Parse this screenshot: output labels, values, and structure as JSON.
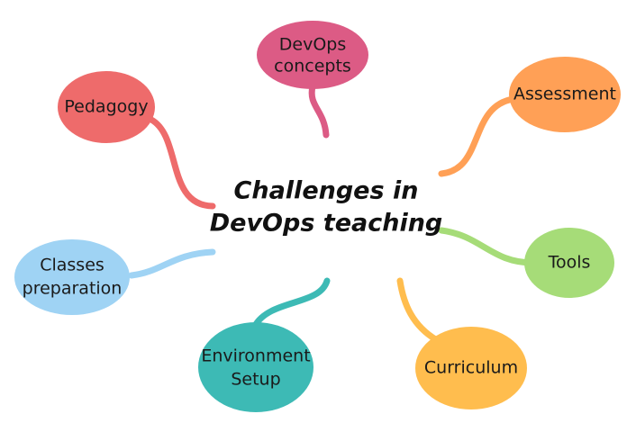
{
  "center": {
    "line1": "Challenges in",
    "line2": "DevOps teaching"
  },
  "nodes": {
    "devops_concepts": {
      "line1": "DevOps",
      "line2": "concepts",
      "color": "#dc5b85"
    },
    "assessment": {
      "line1": "Assessment",
      "color": "#ffa056"
    },
    "tools": {
      "line1": "Tools",
      "color": "#a6dc78"
    },
    "curriculum": {
      "line1": "Curriculum",
      "color": "#ffbd4e"
    },
    "environment_setup": {
      "line1": "Environment",
      "line2": "Setup",
      "color": "#3dbab5"
    },
    "classes_preparation": {
      "line1": "Classes",
      "line2": "preparation",
      "color": "#9fd3f4"
    },
    "pedagogy": {
      "line1": "Pedagogy",
      "color": "#ee6b6b"
    }
  }
}
